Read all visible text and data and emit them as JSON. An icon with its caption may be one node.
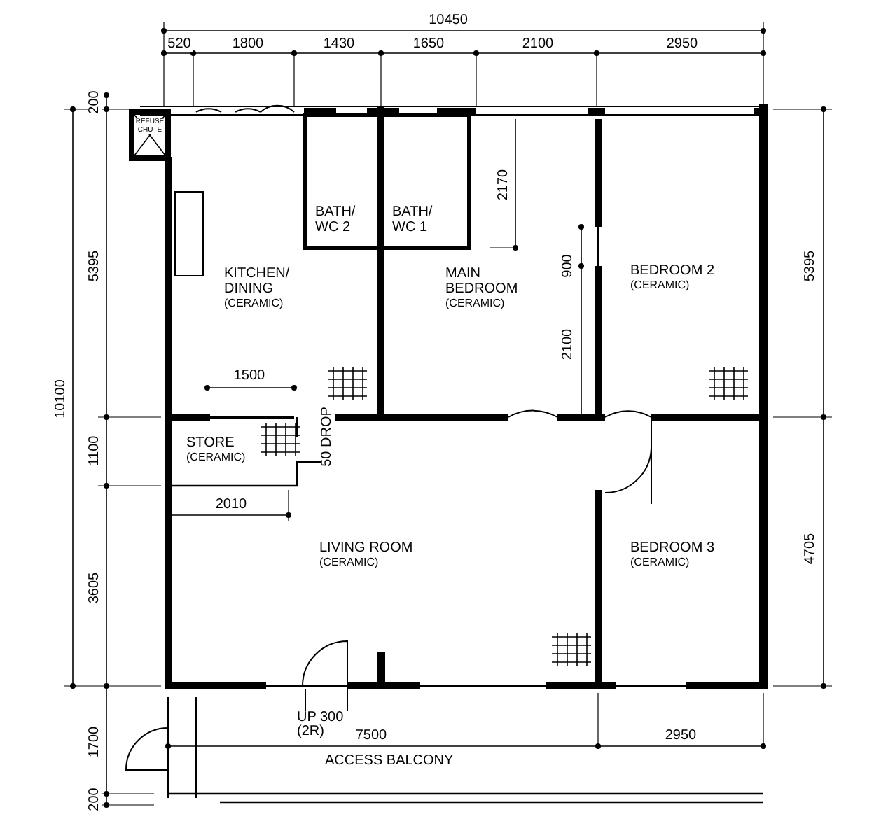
{
  "diagram": {
    "nodes": [
      {
        "text": [
          "REFUSE CHUTE"
        ]
      },
      {
        "text": [
          "KITCHEN/ DINING",
          "(CERAMIC)"
        ]
      },
      {
        "text": [
          "BATH/ WC 2"
        ]
      },
      {
        "text": [
          "BATH/ WC 1"
        ]
      },
      {
        "text": [
          "MAIN BEDROOM",
          "(CERAMIC)"
        ]
      },
      {
        "text": [
          "BEDROOM 2",
          "(CERAMIC)"
        ]
      },
      {
        "text": [
          "STORE",
          "(CERAMIC)"
        ]
      },
      {
        "text": [
          "LIVING ROOM",
          "(CERAMIC)"
        ]
      },
      {
        "text": [
          "BEDROOM 3",
          "(CERAMIC)"
        ]
      },
      {
        "text": [
          "ACCESS BALCONY"
        ]
      }
    ],
    "labels": [
      "10450",
      "520",
      "1800",
      "1430",
      "1650",
      "2100",
      "2950",
      "200",
      "5395",
      "10100",
      "1100",
      "3605",
      "1700",
      "200",
      "5395",
      "4705",
      "2170",
      "900",
      "2100",
      "1500",
      "2010",
      "50 DROP",
      "UP 300 (2R)",
      "7500",
      "2950"
    ]
  }
}
